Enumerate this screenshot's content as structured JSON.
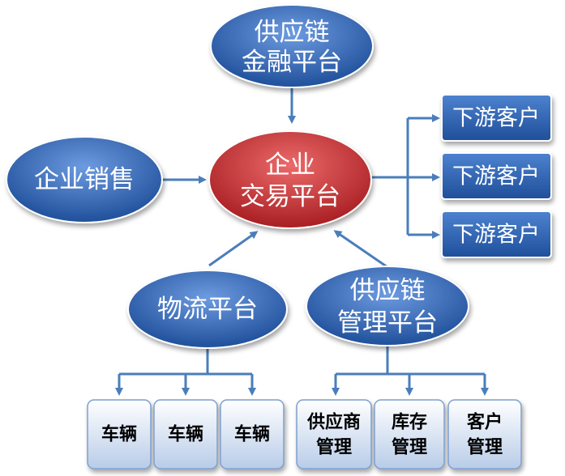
{
  "colors": {
    "blue_node": "#2a5fae",
    "blue_node_light": "#6d9be0",
    "red_node": "#c0262b",
    "red_node_light": "#ec6a6a",
    "connector": "#4a7ebb",
    "leaf_box_top": "#ffffff",
    "leaf_box_bottom": "#b8cce8",
    "leaf_box_border": "#7f9fcf"
  },
  "nodes": {
    "supply_chain_finance": {
      "line1": "供应链",
      "line2": "金融平台"
    },
    "enterprise_trade": {
      "line1": "企业",
      "line2": "交易平台"
    },
    "enterprise_sales": {
      "label": "企业销售"
    },
    "logistics": {
      "label": "物流平台"
    },
    "supply_chain_mgmt": {
      "line1": "供应链",
      "line2": "管理平台"
    }
  },
  "downstream_customers": [
    {
      "label": "下游客户"
    },
    {
      "label": "下游客户"
    },
    {
      "label": "下游客户"
    }
  ],
  "vehicles": [
    {
      "label": "车辆"
    },
    {
      "label": "车辆"
    },
    {
      "label": "车辆"
    }
  ],
  "management_items": [
    {
      "line1": "供应商",
      "line2": "管理"
    },
    {
      "line1": "库存",
      "line2": "管理"
    },
    {
      "line1": "客户",
      "line2": "管理"
    }
  ]
}
